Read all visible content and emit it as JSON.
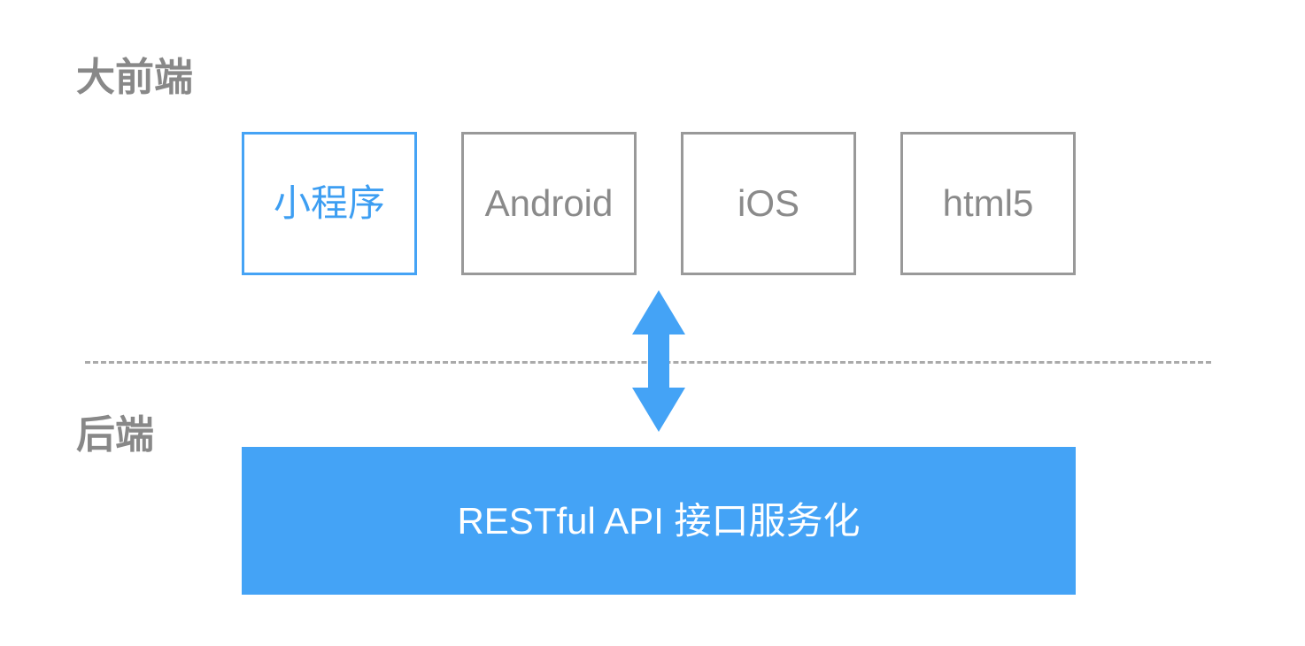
{
  "frontend": {
    "label": "大前端",
    "clients": [
      {
        "label": "小程序",
        "highlighted": true
      },
      {
        "label": "Android",
        "highlighted": false
      },
      {
        "label": "iOS",
        "highlighted": false
      },
      {
        "label": "html5",
        "highlighted": false
      }
    ]
  },
  "backend": {
    "label": "后端",
    "api_label": "RESTful API 接口服务化"
  },
  "colors": {
    "accent": "#44a3f6",
    "border_gray": "#999999",
    "text_gray": "#888888",
    "divider": "#aaaaaa"
  },
  "icons": {
    "connector": "double-arrow-vertical-icon"
  }
}
